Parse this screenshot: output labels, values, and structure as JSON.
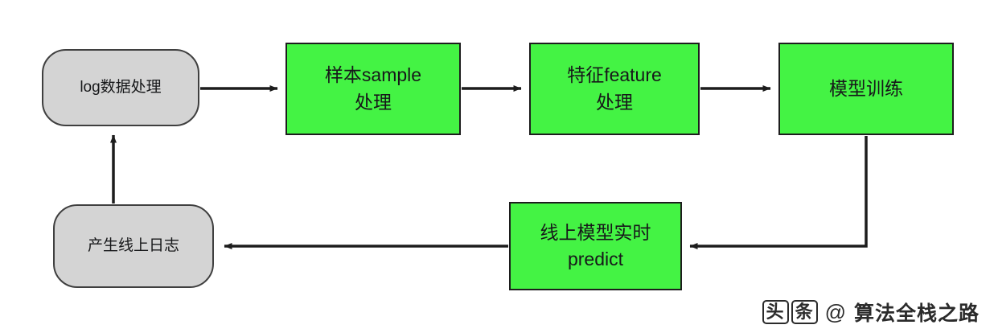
{
  "diagram": {
    "title": "",
    "type": "flowchart",
    "nodes": [
      {
        "id": "log",
        "label": "log数据处理",
        "shape": "rounded-rect",
        "fill": "#d4d4d4",
        "stroke": "#3f3f3f"
      },
      {
        "id": "sample",
        "label": "样本sample\n处理",
        "shape": "rect",
        "fill": "#44f344",
        "stroke": "#1d1d1d"
      },
      {
        "id": "feature",
        "label": "特征feature\n处理",
        "shape": "rect",
        "fill": "#44f344",
        "stroke": "#1d1d1d"
      },
      {
        "id": "train",
        "label": "模型训练",
        "shape": "rect",
        "fill": "#44f344",
        "stroke": "#1d1d1d"
      },
      {
        "id": "predict",
        "label": "线上模型实时\npredict",
        "shape": "rect",
        "fill": "#44f344",
        "stroke": "#1d1d1d"
      },
      {
        "id": "produce",
        "label": "产生线上日志",
        "shape": "rounded-rect",
        "fill": "#d4d4d4",
        "stroke": "#3f3f3f"
      }
    ],
    "edges": [
      {
        "from": "log",
        "to": "sample",
        "label": ""
      },
      {
        "from": "sample",
        "to": "feature",
        "label": ""
      },
      {
        "from": "feature",
        "to": "train",
        "label": ""
      },
      {
        "from": "train",
        "to": "predict",
        "label": ""
      },
      {
        "from": "predict",
        "to": "produce",
        "label": ""
      },
      {
        "from": "produce",
        "to": "log",
        "label": ""
      }
    ]
  },
  "watermark": {
    "char1": "头",
    "char2": "条",
    "at": "@",
    "name": "算法全栈之路"
  }
}
